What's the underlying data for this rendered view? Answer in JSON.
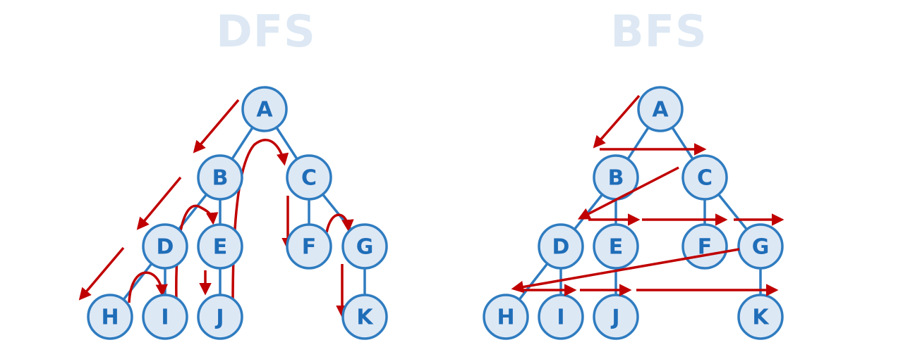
{
  "titles": {
    "dfs": "DFS",
    "bfs": "BFS"
  },
  "colors": {
    "title": "#dde8f4",
    "node_fill": "#dde8f5",
    "node_stroke": "#2f7cc0",
    "node_text": "#1f6db8",
    "edge": "#2f7cc0",
    "arrow": "#c00000"
  },
  "tree": {
    "nodes": [
      "A",
      "B",
      "C",
      "D",
      "E",
      "F",
      "G",
      "H",
      "I",
      "J",
      "K"
    ],
    "edges": [
      [
        "A",
        "B"
      ],
      [
        "A",
        "C"
      ],
      [
        "B",
        "D"
      ],
      [
        "B",
        "E"
      ],
      [
        "C",
        "F"
      ],
      [
        "C",
        "G"
      ],
      [
        "D",
        "H"
      ],
      [
        "D",
        "I"
      ],
      [
        "E",
        "J"
      ],
      [
        "G",
        "K"
      ]
    ]
  },
  "dfs_order": [
    "A",
    "B",
    "D",
    "H",
    "I",
    "E",
    "J",
    "C",
    "F",
    "G",
    "K"
  ],
  "bfs_order": [
    "A",
    "B",
    "C",
    "D",
    "E",
    "F",
    "G",
    "H",
    "I",
    "J",
    "K"
  ]
}
